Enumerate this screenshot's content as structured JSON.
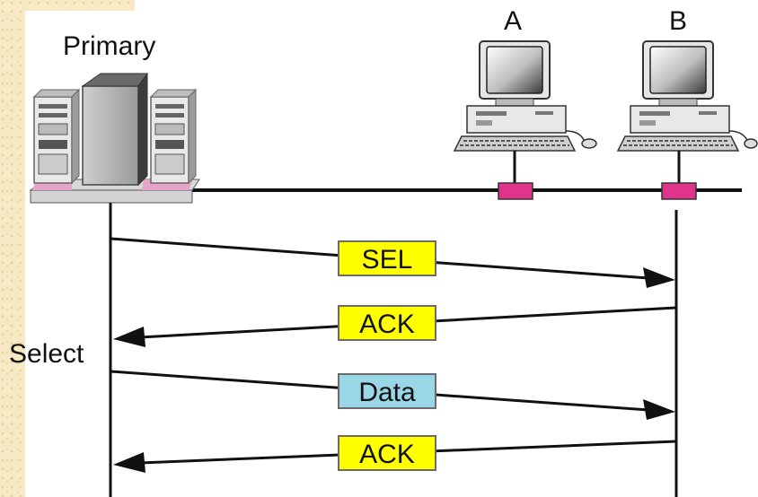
{
  "labels": {
    "primary": "Primary",
    "select": "Select",
    "station_a": "A",
    "station_b": "B"
  },
  "messages": [
    {
      "text": "SEL",
      "direction": "primary-to-B"
    },
    {
      "text": "ACK",
      "direction": "B-to-primary"
    },
    {
      "text": "Data",
      "direction": "primary-to-B"
    },
    {
      "text": "ACK",
      "direction": "B-to-primary"
    }
  ],
  "colors": {
    "control_frame": "#ffff00",
    "data_frame": "#99d6e6",
    "tap": "#e0338c",
    "line": "#111111"
  }
}
